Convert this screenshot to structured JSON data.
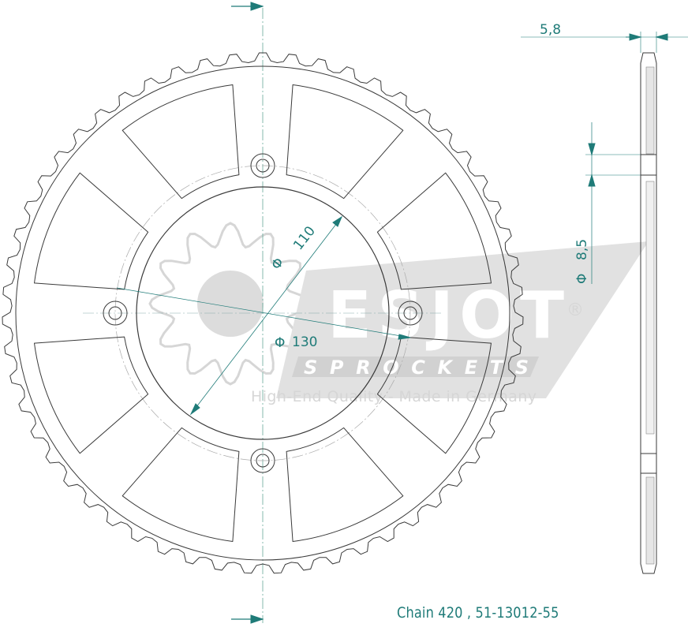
{
  "drawing": {
    "caption": "Chain 420 , 51-13012-55",
    "tooth_count": 55,
    "bolt_hole_count": 4,
    "dimensions": {
      "thickness": "5,8",
      "bolt_circle": "110",
      "center_bore": "130",
      "hole_diameter": "8,5",
      "diameter_symbol": "Φ"
    },
    "colors": {
      "line": "#3a3a3a",
      "dimension": "#1f7b78",
      "watermark": "#d9d9d9"
    }
  },
  "watermark": {
    "brand": "ESJOT",
    "registered": "®",
    "subtitle": "SPROCKETS",
    "tagline": "High-End Quality - Made in Germany"
  }
}
